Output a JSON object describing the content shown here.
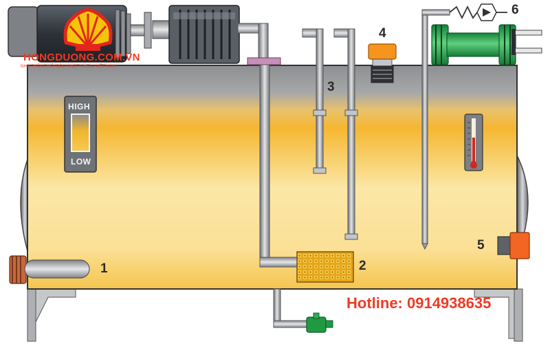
{
  "brand": {
    "site": "HONGDUONG.COM.VN",
    "tagline": "NHÀ PHÂN PHỐI DẦU NHỚT SHELL VIỆT NAM",
    "logo": "shell-pecten-logo",
    "color": "#ef3b24"
  },
  "hotline": "Hotline: 0914938635",
  "level_gauge": {
    "high": "HIGH",
    "low": "LOW"
  },
  "labels": {
    "heater": "1",
    "strainer": "2",
    "return_lines": "3",
    "filler_breather": "4",
    "sight_glass": "5",
    "filter": "6"
  },
  "colors": {
    "oil": "#f5b731",
    "tank_top": "#8b8d90",
    "motor": "#3c4149",
    "filter_body": "#1f9a43",
    "drain_valve": "#1f9a43",
    "sight_glass": "#f26522",
    "filler_cap": "#f7941d"
  }
}
